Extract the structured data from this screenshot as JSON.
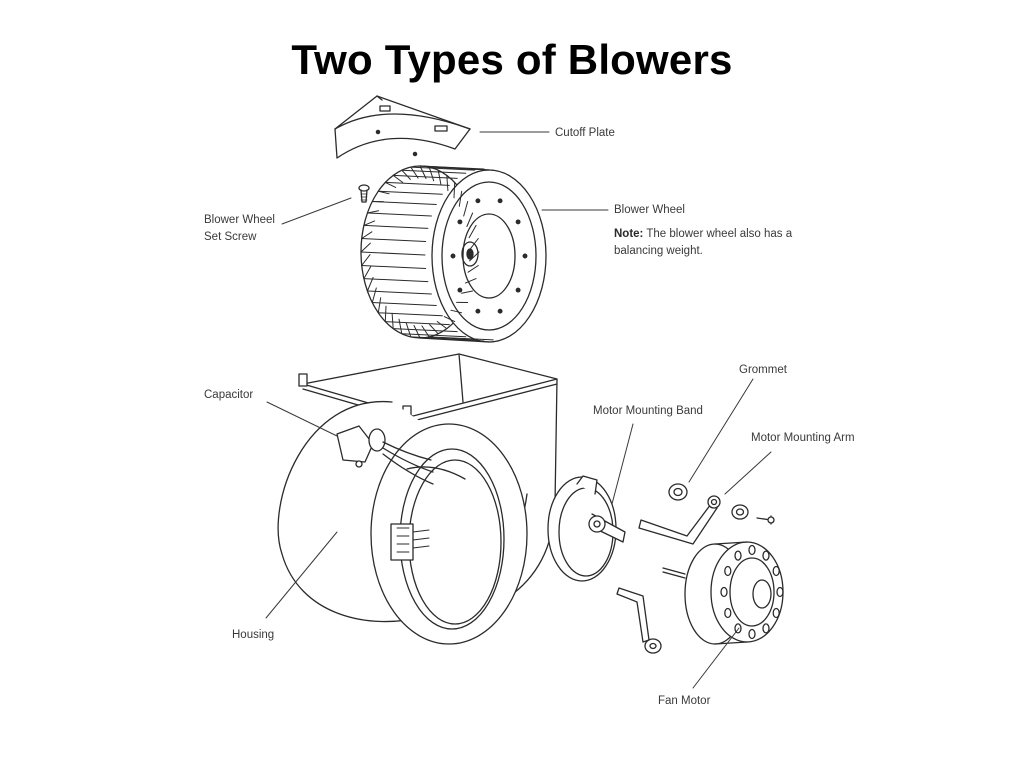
{
  "slide": {
    "title": "Two Types of Blowers"
  },
  "callouts": {
    "cutoff_plate": "Cutoff Plate",
    "blower_wheel_set_screw_line1": "Blower Wheel",
    "blower_wheel_set_screw_line2": "Set Screw",
    "blower_wheel": "Blower Wheel",
    "note_label": "Note:",
    "note_text": "The blower wheel also has a balancing weight.",
    "capacitor": "Capacitor",
    "grommet": "Grommet",
    "motor_mounting_band": "Motor Mounting Band",
    "motor_mounting_arm": "Motor Mounting Arm",
    "housing": "Housing",
    "fan_motor": "Fan Motor"
  },
  "colors": {
    "line": "#2b2b2b",
    "text": "#3a3a3a",
    "background": "#ffffff"
  }
}
